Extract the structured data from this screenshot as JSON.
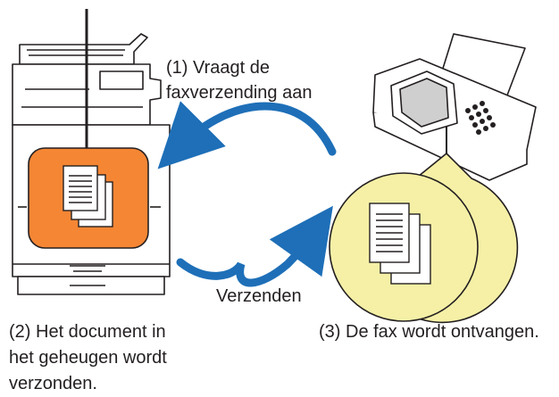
{
  "step1": {
    "line1": "(1) Vraagt de",
    "line2": "faxverzending aan"
  },
  "send_label": "Verzenden",
  "step2": {
    "line1": "(2) Het document in",
    "line2": "het geheugen wordt",
    "line3": "verzonden."
  },
  "step3": {
    "line1": "(3) De fax wordt ontvangen."
  },
  "colors": {
    "memory_panel": "#f58634",
    "received_circle": "#f5f0a6",
    "arrow": "#1e6fb8",
    "outline": "#231f20"
  },
  "icons": [
    "multifunction-printer-icon",
    "fax-machine-icon",
    "document-stack-icon",
    "curved-arrow-icon"
  ]
}
